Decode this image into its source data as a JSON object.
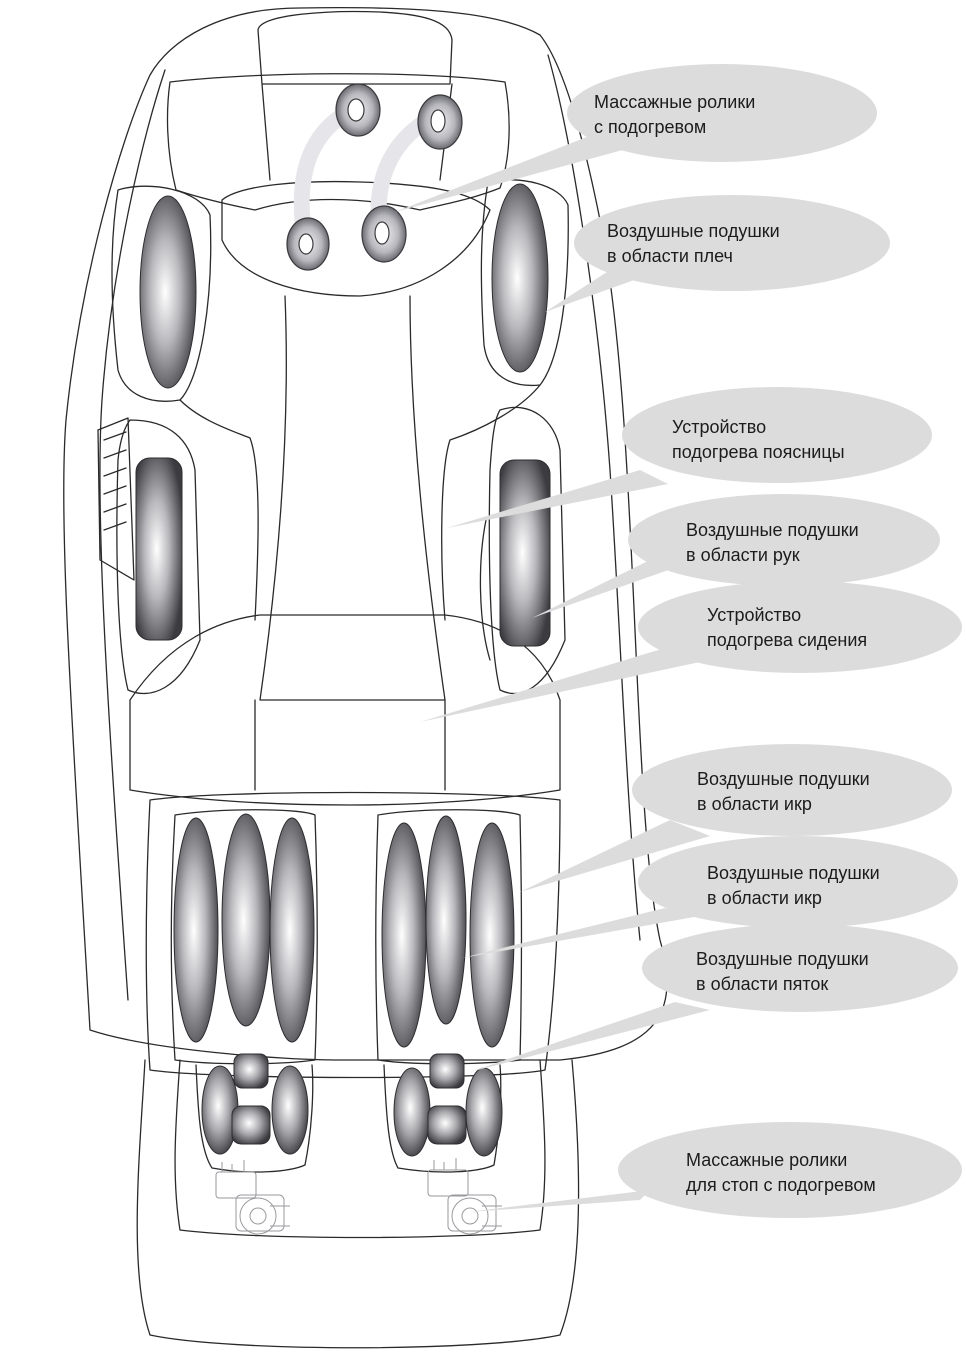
{
  "colors": {
    "outline": "#2a2a2a",
    "bubble": "#dcdcdc",
    "airbag_dark": "#3a3a3a",
    "airbag_light": "#ffffff"
  },
  "callouts": [
    {
      "id": "head-rollers",
      "lines": [
        "Массажные ролики",
        "с подогревом"
      ]
    },
    {
      "id": "shoulder-airbags",
      "lines": [
        "Воздушные подушки",
        "в области плеч"
      ]
    },
    {
      "id": "lumbar-heater",
      "lines": [
        "Устройство",
        "подогрева поясницы"
      ]
    },
    {
      "id": "arm-airbags",
      "lines": [
        "Воздушные подушки",
        "в области рук"
      ]
    },
    {
      "id": "seat-heater",
      "lines": [
        "Устройство",
        "подогрева сидения"
      ]
    },
    {
      "id": "calf-airbags-1",
      "lines": [
        "Воздушные подушки",
        "в области икр"
      ]
    },
    {
      "id": "calf-airbags-2",
      "lines": [
        "Воздушные подушки",
        "в области икр"
      ]
    },
    {
      "id": "heel-airbags",
      "lines": [
        "Воздушные подушки",
        "в области пяток"
      ]
    },
    {
      "id": "foot-rollers",
      "lines": [
        "Массажные ролики",
        "для стоп с подогревом"
      ]
    }
  ]
}
